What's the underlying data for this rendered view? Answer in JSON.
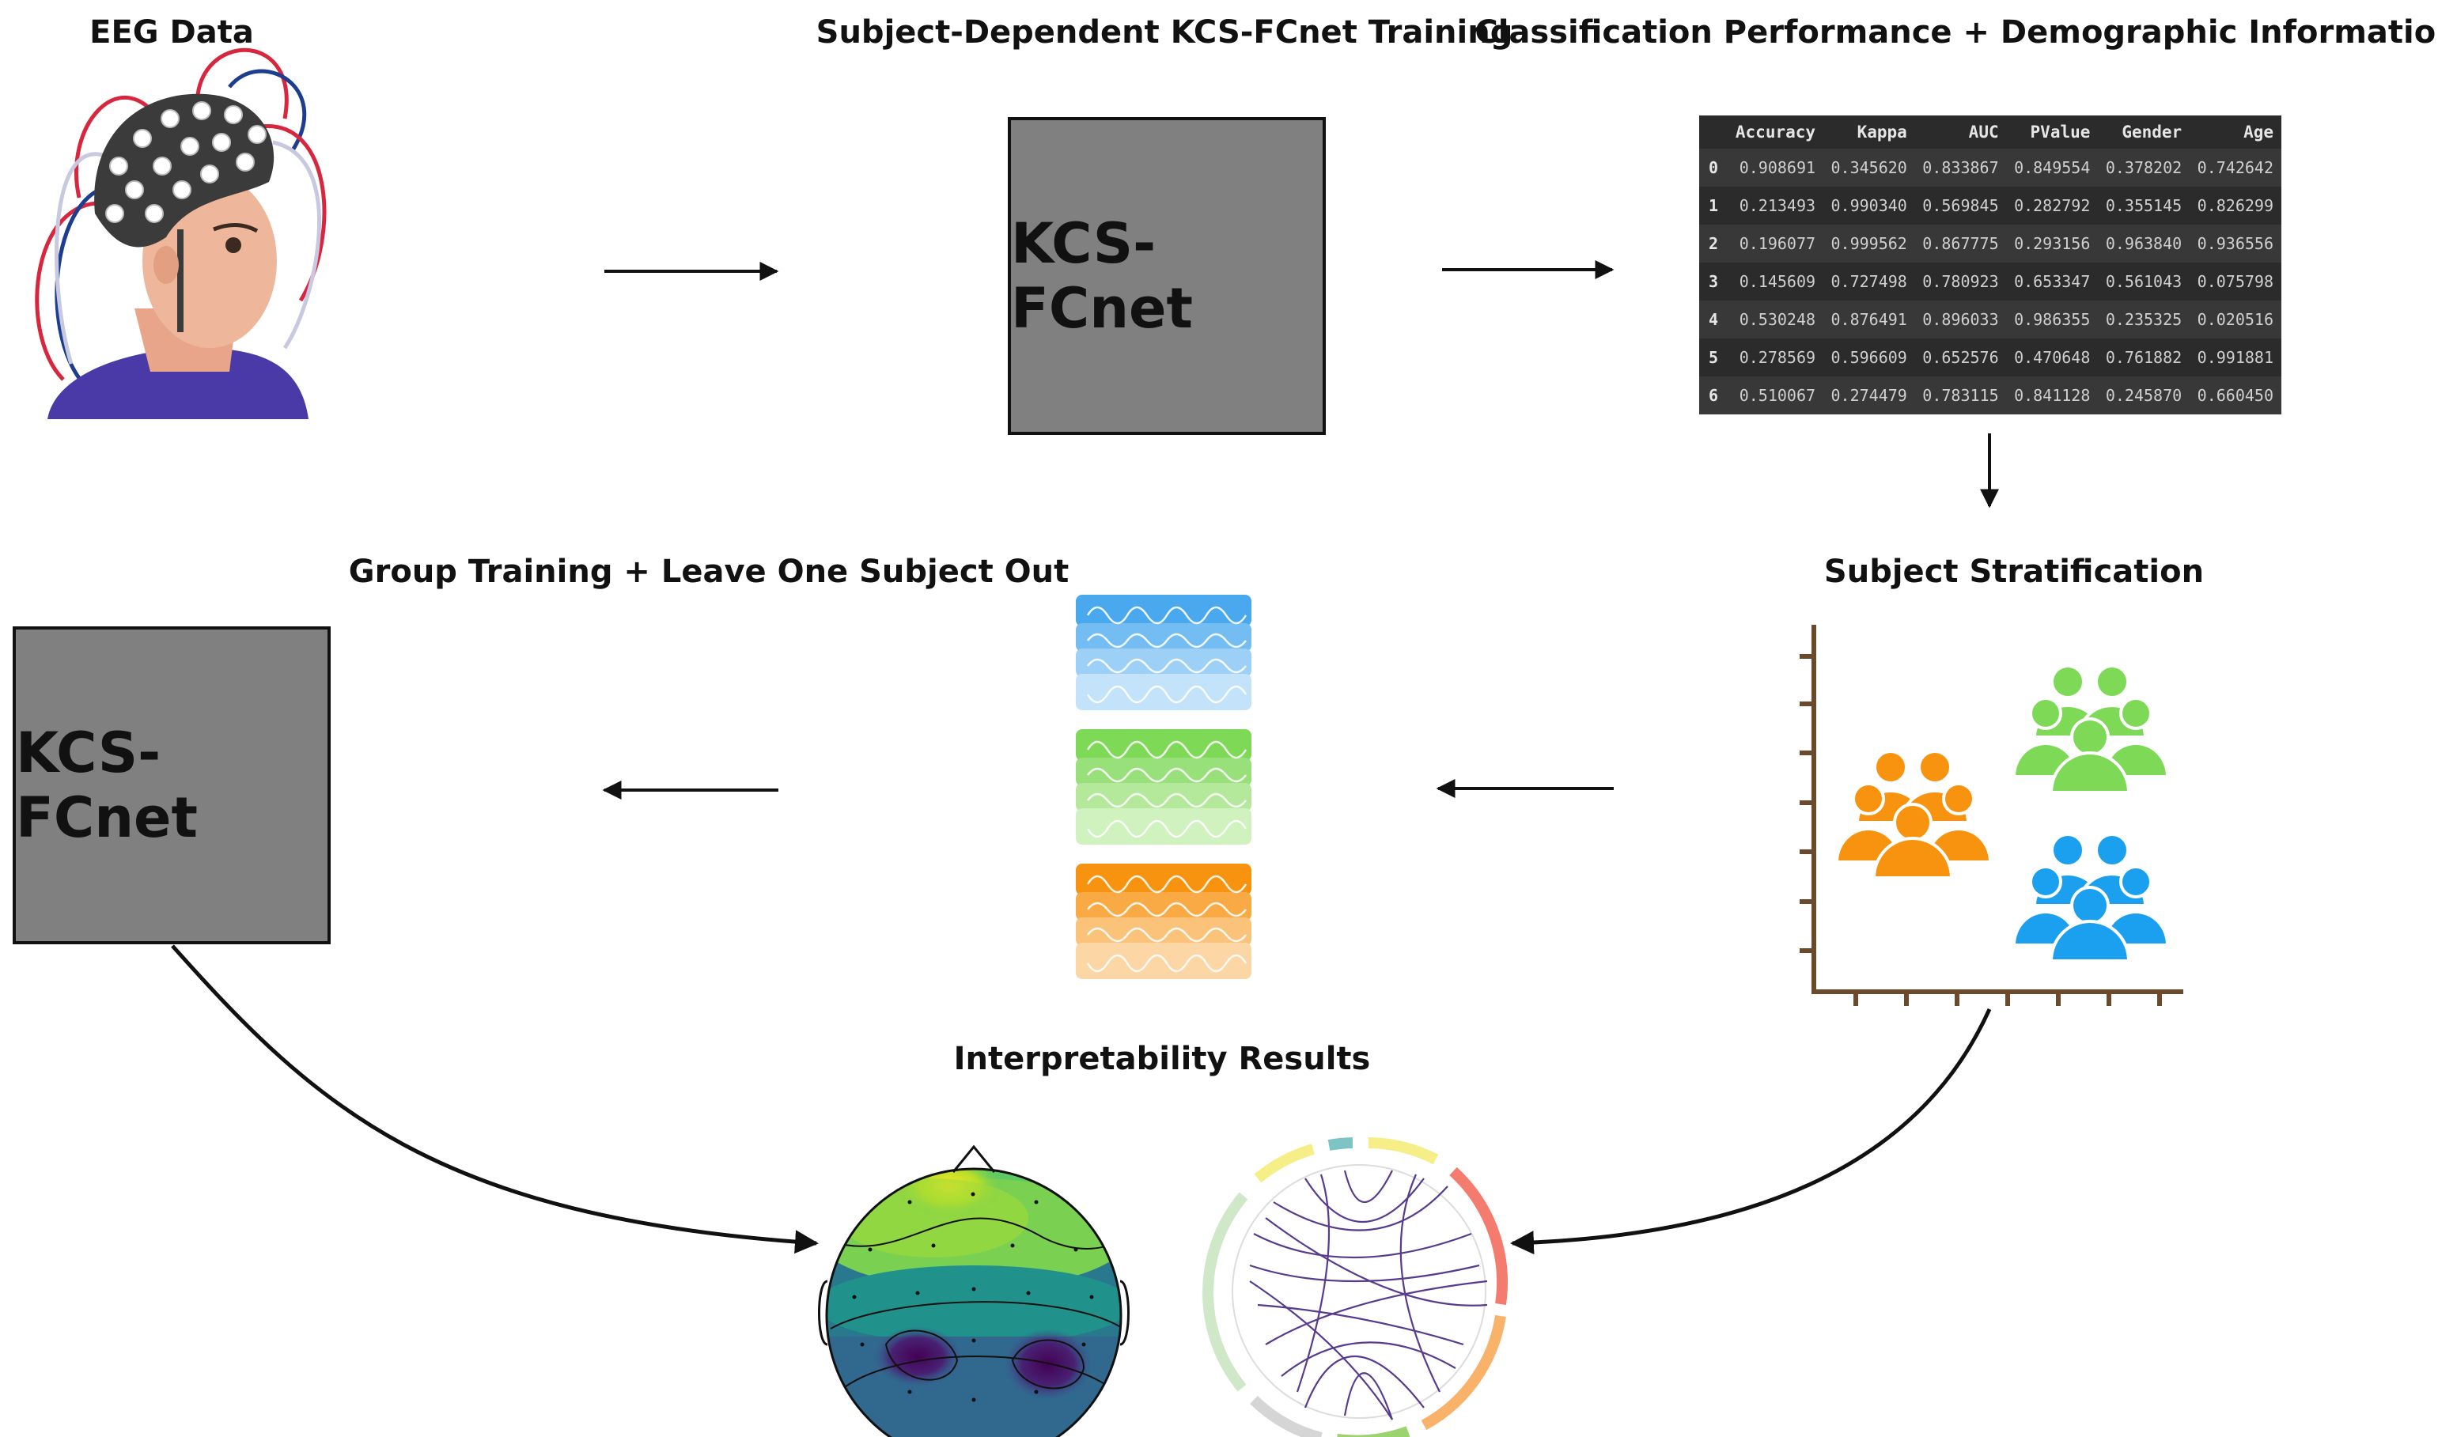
{
  "titles": {
    "eeg": "EEG Data",
    "training": "Subject-Dependent KCS-FCnet Training",
    "performance": "Classification Performance + Demographic Information",
    "group": "Group Training + Leave One Subject Out",
    "stratification": "Subject Stratification",
    "interpretability": "Interpretability Results"
  },
  "model_label": "KCS-FCnet",
  "table": {
    "columns": [
      "",
      "Accuracy",
      "Kappa",
      "AUC",
      "PValue",
      "Gender",
      "Age"
    ],
    "rows": [
      [
        "0",
        "0.908691",
        "0.345620",
        "0.833867",
        "0.849554",
        "0.378202",
        "0.742642"
      ],
      [
        "1",
        "0.213493",
        "0.990340",
        "0.569845",
        "0.282792",
        "0.355145",
        "0.826299"
      ],
      [
        "2",
        "0.196077",
        "0.999562",
        "0.867775",
        "0.293156",
        "0.963840",
        "0.936556"
      ],
      [
        "3",
        "0.145609",
        "0.727498",
        "0.780923",
        "0.653347",
        "0.561043",
        "0.075798"
      ],
      [
        "4",
        "0.530248",
        "0.876491",
        "0.896033",
        "0.986355",
        "0.235325",
        "0.020516"
      ],
      [
        "5",
        "0.278569",
        "0.596609",
        "0.652576",
        "0.470648",
        "0.761882",
        "0.991881"
      ],
      [
        "6",
        "0.510067",
        "0.274479",
        "0.783115",
        "0.841128",
        "0.245870",
        "0.660450"
      ]
    ]
  },
  "icons": [
    "eeg-cap-head-icon",
    "people-group-icon",
    "eeg-signal-icon",
    "topographic-map-icon",
    "connectivity-chord-icon"
  ],
  "colors": {
    "group_orange": "#f7930f",
    "group_green": "#7ed957",
    "group_blue": "#1aa0ee",
    "box_gray": "#808080",
    "table_bg": "#2b2b2b"
  }
}
